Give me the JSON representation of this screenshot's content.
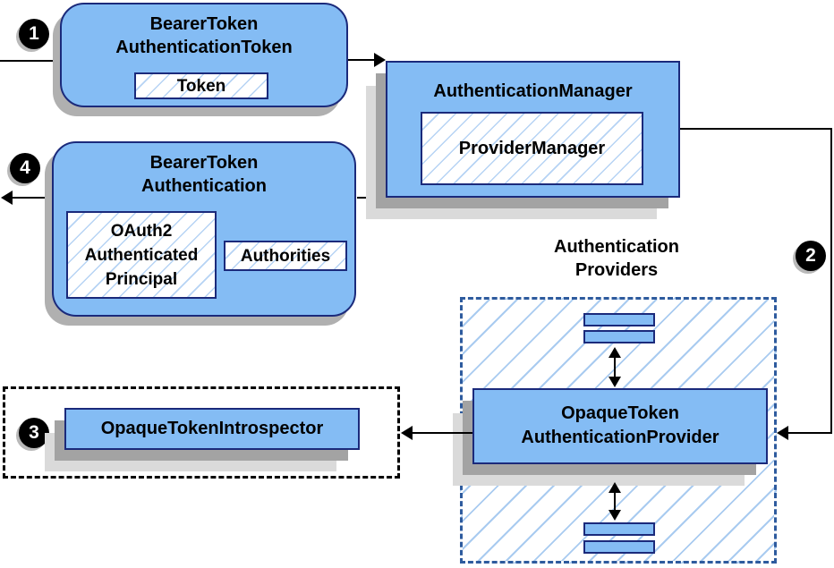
{
  "nodes": {
    "bearer_token_authentication_token": {
      "title": "BearerToken\nAuthenticationToken",
      "token": "Token"
    },
    "authentication_manager": {
      "title": "AuthenticationManager",
      "provider_manager": "ProviderManager"
    },
    "bearer_token_authentication": {
      "title": "BearerToken\nAuthentication",
      "principal": "OAuth2\nAuthenticated\nPrincipal",
      "authorities": "Authorities"
    },
    "providers_group_label": "Authentication\nProviders",
    "opaque_token_authentication_provider": "OpaqueToken\nAuthenticationProvider",
    "opaque_token_introspector": "OpaqueTokenIntrospector"
  },
  "badges": {
    "step1": "1",
    "step2": "2",
    "step3": "3",
    "step4": "4"
  },
  "colors": {
    "node_fill": "#84bcf4",
    "node_border": "#1b2a7b",
    "hatch_line": "#a9cbf0",
    "providers_dash_border": "#2e5b9e",
    "introspector_dash_border": "#000000",
    "shadow_dark": "#a3a3a3",
    "shadow_light": "#dadada",
    "arrow": "#000000",
    "badge_bg": "#000000",
    "badge_text": "#ffffff"
  }
}
